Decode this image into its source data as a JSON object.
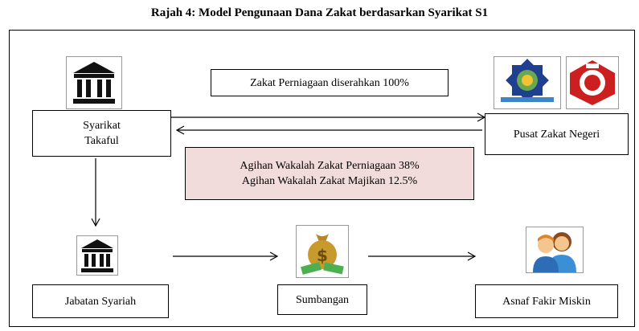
{
  "title": "Rajah 4: Model Pengunaan Dana Zakat  berdasarkan Syarikat S1",
  "nodes": {
    "syarikat_line1": "Syarikat",
    "syarikat_line2": "Takaful",
    "pusat_zakat": "Pusat Zakat Negeri",
    "jabatan_syariah": "Jabatan Syariah",
    "sumbangan": "Sumbangan",
    "asnaf": "Asnaf Fakir Miskin"
  },
  "labels": {
    "zakat_perniagaan": "Zakat Perniagaan diserahkan 100%",
    "agihan_line1": "Agihan  Wakalah Zakat Perniagaan 38%",
    "agihan_line2": "Agihan  Wakalah Zakat Majikan 12.5%"
  },
  "colors": {
    "agihan_box": "#f2dcdb",
    "money_bag": "#c89a2e",
    "money_bills": "#4caf50"
  },
  "icons": [
    "bank-building-icon",
    "bank-building-icon",
    "zakat-logo-icon",
    "zakat-logo-icon",
    "money-bag-icon",
    "people-icon"
  ]
}
